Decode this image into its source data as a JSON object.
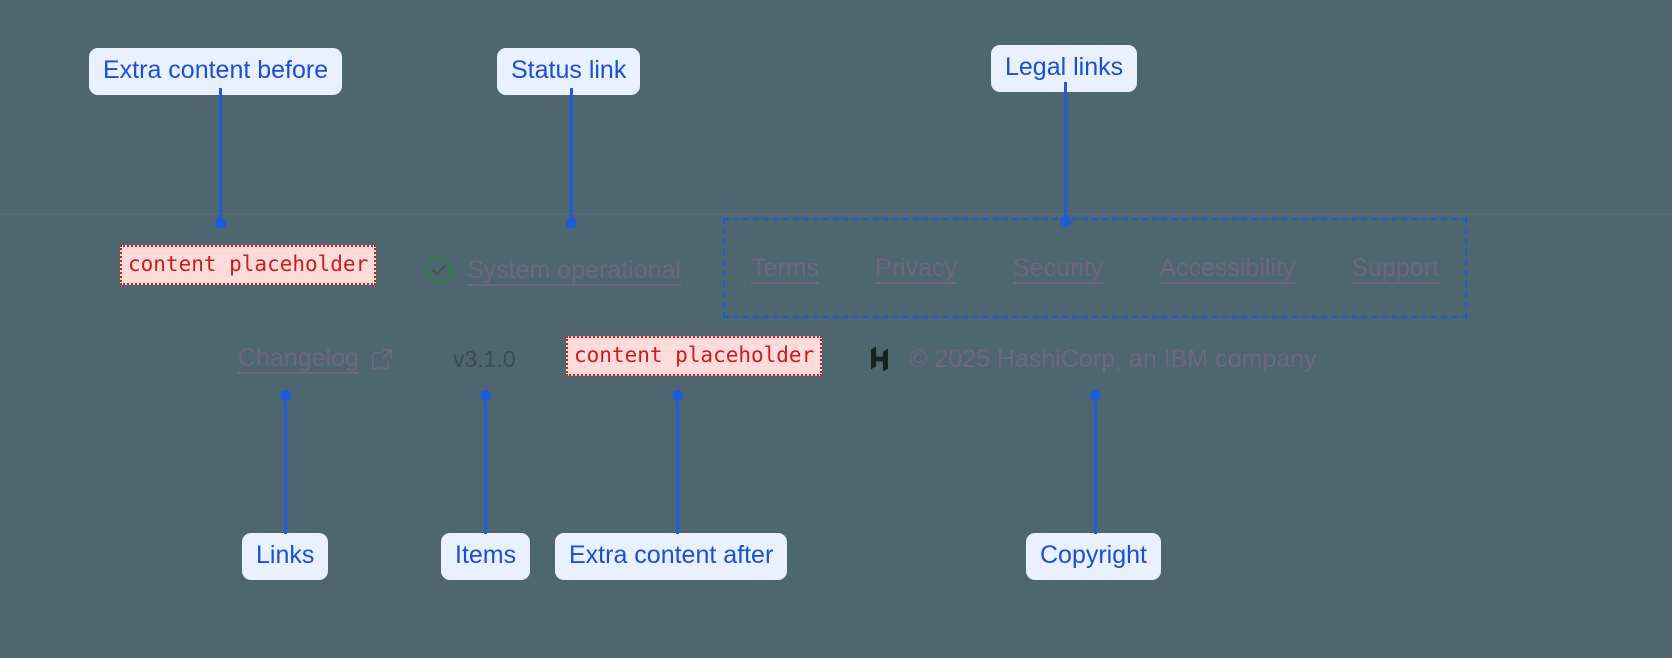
{
  "theme": {
    "page_background": "#4d6670",
    "divider_color": "#6d6f86",
    "annotation_accent": "#1f5cdb",
    "annotation_chip_bg": "#eaf1fe",
    "annotation_text": "#1a4fd6",
    "placeholder_text": "#d11a1a",
    "placeholder_bg": "#ffdcdc",
    "muted_link": "#6e6781",
    "status_ok": "#1a8a2e",
    "version_text": "#3f4a4f"
  },
  "footer": {
    "slots": {
      "extra_before": "content placeholder",
      "extra_after": "content placeholder"
    },
    "status": {
      "icon": "check-circle-icon",
      "label": "System operational"
    },
    "legal_links": [
      {
        "label": "Terms"
      },
      {
        "label": "Privacy"
      },
      {
        "label": "Security"
      },
      {
        "label": "Accessibility"
      },
      {
        "label": "Support"
      }
    ],
    "changelog": {
      "label": "Changelog",
      "icon": "external-link-icon"
    },
    "version": "v3.1.0",
    "copyright": {
      "logo": "hashicorp-logo",
      "text": "© 2025 HashiCorp, an IBM company"
    }
  },
  "annotations": [
    {
      "id": "extra-before",
      "label": "Extra content before"
    },
    {
      "id": "status",
      "label": "Status link"
    },
    {
      "id": "legal",
      "label": "Legal links"
    },
    {
      "id": "links",
      "label": "Links"
    },
    {
      "id": "items",
      "label": "Items"
    },
    {
      "id": "extra-after",
      "label": "Extra content after"
    },
    {
      "id": "copyright",
      "label": "Copyright"
    }
  ]
}
